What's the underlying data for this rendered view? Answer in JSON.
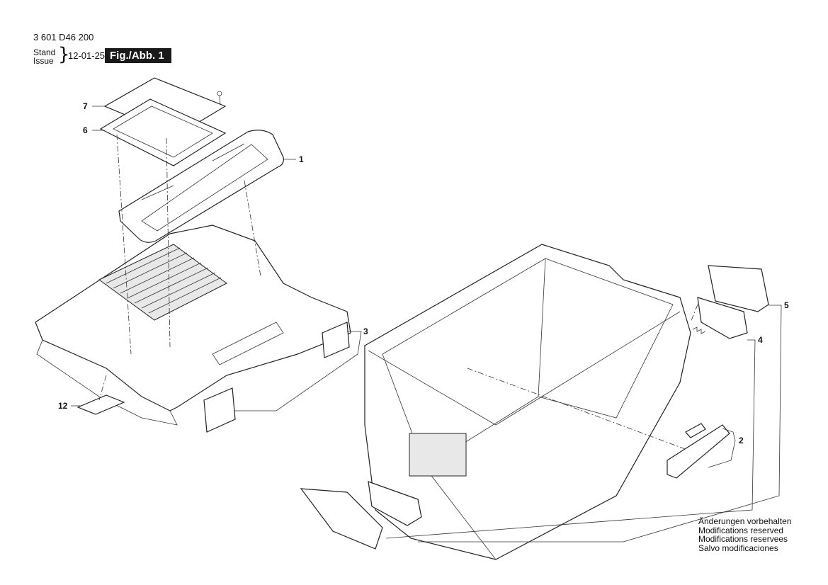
{
  "header": {
    "doc_number": "3 601 D46 200",
    "stand_label": "Stand",
    "issue_label": "Issue",
    "date": "12-01-25",
    "figure_label": "Fig./Abb. 1"
  },
  "callouts": {
    "c7": "7",
    "c6": "6",
    "c1": "1",
    "c3": "3",
    "c12": "12",
    "c5": "5",
    "c4": "4",
    "c2": "2"
  },
  "footer": {
    "line1": "Änderungen vorbehalten",
    "line2": "Modifications reserved",
    "line3": "Modifications reservees",
    "line4": "Salvo modificaciones"
  }
}
